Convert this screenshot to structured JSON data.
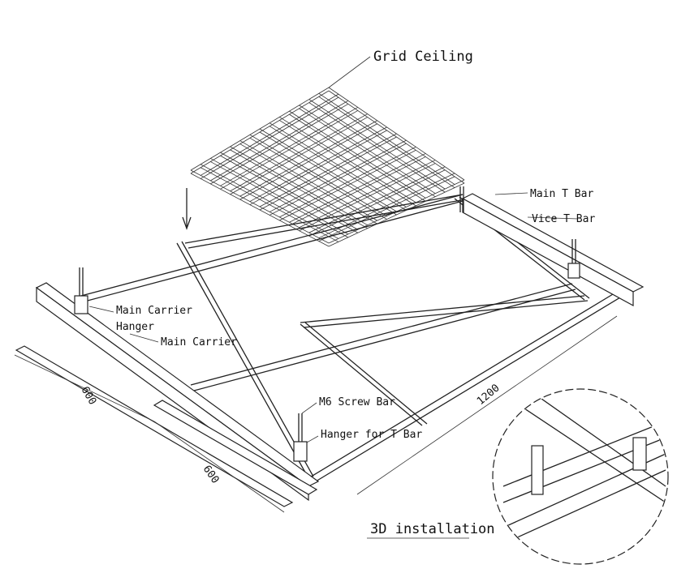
{
  "labels": {
    "grid_ceiling": "Grid Ceiling",
    "main_t_bar": "Main T Bar",
    "vice_t_bar": "Vice T Bar",
    "main_carrier_hanger_1": "Main Carrier",
    "main_carrier_hanger_2": "Hanger",
    "main_carrier": "Main Carrier",
    "m6_screw_bar": "M6 Screw Bar",
    "hanger_for_t_bar": "Hanger for T Bar",
    "caption": "3D installation"
  },
  "dimensions": {
    "spacing_1": "600",
    "spacing_2": "600",
    "length": "1200"
  }
}
